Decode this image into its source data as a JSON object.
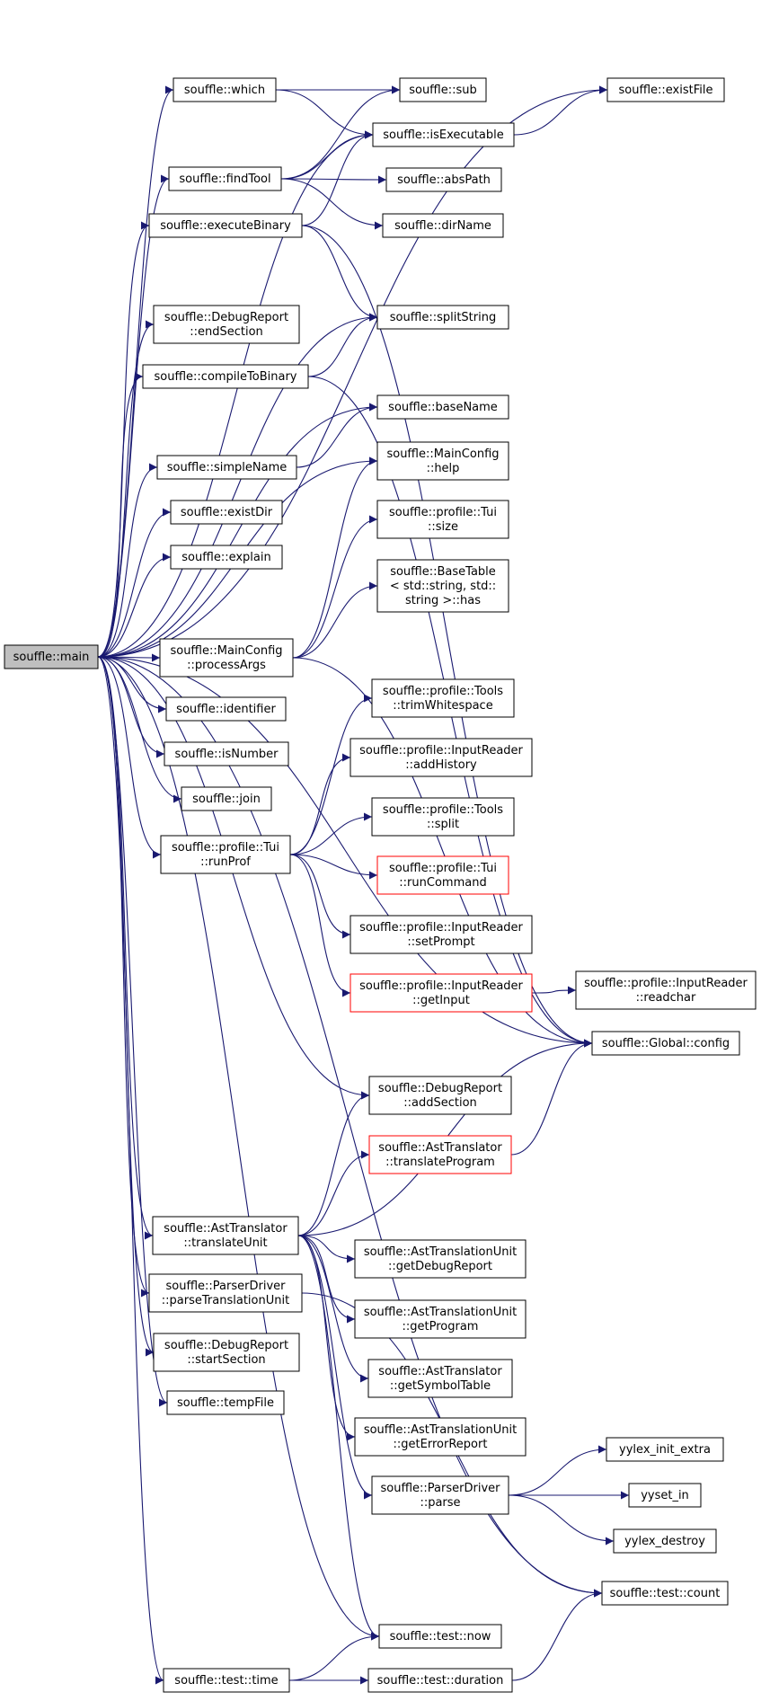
{
  "diagram": {
    "type": "call-graph",
    "edge_color": "#191970",
    "highlight_color": "#ff0000",
    "root_fill": "#bfbfbf",
    "nodes": [
      {
        "id": "main",
        "lines": [
          "souffle::main"
        ],
        "root": true
      },
      {
        "id": "which",
        "lines": [
          "souffle::which"
        ]
      },
      {
        "id": "sub",
        "lines": [
          "souffle::sub"
        ]
      },
      {
        "id": "existFile",
        "lines": [
          "souffle::existFile"
        ]
      },
      {
        "id": "isExecutable",
        "lines": [
          "souffle::isExecutable"
        ]
      },
      {
        "id": "findTool",
        "lines": [
          "souffle::findTool"
        ]
      },
      {
        "id": "absPath",
        "lines": [
          "souffle::absPath"
        ]
      },
      {
        "id": "dirName",
        "lines": [
          "souffle::dirName"
        ]
      },
      {
        "id": "executeBinary",
        "lines": [
          "souffle::executeBinary"
        ]
      },
      {
        "id": "endSection",
        "lines": [
          "souffle::DebugReport",
          "::endSection"
        ]
      },
      {
        "id": "splitString",
        "lines": [
          "souffle::splitString"
        ]
      },
      {
        "id": "compileToBinary",
        "lines": [
          "souffle::compileToBinary"
        ]
      },
      {
        "id": "baseName",
        "lines": [
          "souffle::baseName"
        ]
      },
      {
        "id": "simpleName",
        "lines": [
          "souffle::simpleName"
        ]
      },
      {
        "id": "mainConfigHelp",
        "lines": [
          "souffle::MainConfig",
          "::help"
        ]
      },
      {
        "id": "existDir",
        "lines": [
          "souffle::existDir"
        ]
      },
      {
        "id": "tuiSize",
        "lines": [
          "souffle::profile::Tui",
          "::size"
        ]
      },
      {
        "id": "explain",
        "lines": [
          "souffle::explain"
        ]
      },
      {
        "id": "baseTableHas",
        "lines": [
          "souffle::BaseTable",
          "< std::string, std::",
          "string >::has"
        ]
      },
      {
        "id": "processArgs",
        "lines": [
          "souffle::MainConfig",
          "::processArgs"
        ]
      },
      {
        "id": "trimWhitespace",
        "lines": [
          "souffle::profile::Tools",
          "::trimWhitespace"
        ]
      },
      {
        "id": "identifier",
        "lines": [
          "souffle::identifier"
        ]
      },
      {
        "id": "addHistory",
        "lines": [
          "souffle::profile::InputReader",
          "::addHistory"
        ]
      },
      {
        "id": "isNumber",
        "lines": [
          "souffle::isNumber"
        ]
      },
      {
        "id": "join",
        "lines": [
          "souffle::join"
        ]
      },
      {
        "id": "toolsSplit",
        "lines": [
          "souffle::profile::Tools",
          "::split"
        ]
      },
      {
        "id": "runProf",
        "lines": [
          "souffle::profile::Tui",
          "::runProf"
        ]
      },
      {
        "id": "runCommand",
        "lines": [
          "souffle::profile::Tui",
          "::runCommand"
        ],
        "red": true
      },
      {
        "id": "setPrompt",
        "lines": [
          "souffle::profile::InputReader",
          "::setPrompt"
        ]
      },
      {
        "id": "getInput",
        "lines": [
          "souffle::profile::InputReader",
          "::getInput"
        ],
        "red": true
      },
      {
        "id": "readchar",
        "lines": [
          "souffle::profile::InputReader",
          "::readchar"
        ]
      },
      {
        "id": "globalConfig",
        "lines": [
          "souffle::Global::config"
        ]
      },
      {
        "id": "addSection",
        "lines": [
          "souffle::DebugReport",
          "::addSection"
        ]
      },
      {
        "id": "translateProgram",
        "lines": [
          "souffle::AstTranslator",
          "::translateProgram"
        ],
        "red": true
      },
      {
        "id": "translateUnit",
        "lines": [
          "souffle::AstTranslator",
          "::translateUnit"
        ]
      },
      {
        "id": "getDebugReport",
        "lines": [
          "souffle::AstTranslationUnit",
          "::getDebugReport"
        ]
      },
      {
        "id": "parseTranslationUnit",
        "lines": [
          "souffle::ParserDriver",
          "::parseTranslationUnit"
        ]
      },
      {
        "id": "getProgram",
        "lines": [
          "souffle::AstTranslationUnit",
          "::getProgram"
        ]
      },
      {
        "id": "startSection",
        "lines": [
          "souffle::DebugReport",
          "::startSection"
        ]
      },
      {
        "id": "getSymbolTable",
        "lines": [
          "souffle::AstTranslator",
          "::getSymbolTable"
        ]
      },
      {
        "id": "tempFile",
        "lines": [
          "souffle::tempFile"
        ]
      },
      {
        "id": "getErrorReport",
        "lines": [
          "souffle::AstTranslationUnit",
          "::getErrorReport"
        ]
      },
      {
        "id": "yylexInitExtra",
        "lines": [
          "yylex_init_extra"
        ]
      },
      {
        "id": "parse",
        "lines": [
          "souffle::ParserDriver",
          "::parse"
        ]
      },
      {
        "id": "yysetIn",
        "lines": [
          "yyset_in"
        ]
      },
      {
        "id": "yylexDestroy",
        "lines": [
          "yylex_destroy"
        ]
      },
      {
        "id": "testCount",
        "lines": [
          "souffle::test::count"
        ]
      },
      {
        "id": "testNow",
        "lines": [
          "souffle::test::now"
        ]
      },
      {
        "id": "testTime",
        "lines": [
          "souffle::test::time"
        ]
      },
      {
        "id": "testDuration",
        "lines": [
          "souffle::test::duration"
        ]
      }
    ],
    "edges": [
      {
        "from": "main",
        "to": "which"
      },
      {
        "from": "main",
        "to": "existFile"
      },
      {
        "from": "main",
        "to": "isExecutable"
      },
      {
        "from": "main",
        "to": "findTool"
      },
      {
        "from": "main",
        "to": "executeBinary"
      },
      {
        "from": "main",
        "to": "endSection"
      },
      {
        "from": "main",
        "to": "splitString"
      },
      {
        "from": "main",
        "to": "compileToBinary"
      },
      {
        "from": "main",
        "to": "baseName"
      },
      {
        "from": "main",
        "to": "simpleName"
      },
      {
        "from": "main",
        "to": "mainConfigHelp"
      },
      {
        "from": "main",
        "to": "existDir"
      },
      {
        "from": "main",
        "to": "explain"
      },
      {
        "from": "main",
        "to": "processArgs"
      },
      {
        "from": "main",
        "to": "identifier"
      },
      {
        "from": "main",
        "to": "isNumber"
      },
      {
        "from": "main",
        "to": "join"
      },
      {
        "from": "main",
        "to": "runProf"
      },
      {
        "from": "main",
        "to": "globalConfig"
      },
      {
        "from": "main",
        "to": "addSection"
      },
      {
        "from": "main",
        "to": "translateUnit"
      },
      {
        "from": "main",
        "to": "parseTranslationUnit"
      },
      {
        "from": "main",
        "to": "startSection"
      },
      {
        "from": "main",
        "to": "tempFile"
      },
      {
        "from": "main",
        "to": "testCount"
      },
      {
        "from": "main",
        "to": "testNow"
      },
      {
        "from": "main",
        "to": "testTime"
      },
      {
        "from": "which",
        "to": "sub"
      },
      {
        "from": "which",
        "to": "isExecutable"
      },
      {
        "from": "isExecutable",
        "to": "existFile"
      },
      {
        "from": "findTool",
        "to": "sub"
      },
      {
        "from": "findTool",
        "to": "isExecutable"
      },
      {
        "from": "findTool",
        "to": "absPath"
      },
      {
        "from": "findTool",
        "to": "dirName"
      },
      {
        "from": "executeBinary",
        "to": "isExecutable"
      },
      {
        "from": "executeBinary",
        "to": "splitString"
      },
      {
        "from": "executeBinary",
        "to": "globalConfig"
      },
      {
        "from": "compileToBinary",
        "to": "splitString"
      },
      {
        "from": "compileToBinary",
        "to": "globalConfig"
      },
      {
        "from": "simpleName",
        "to": "baseName"
      },
      {
        "from": "processArgs",
        "to": "mainConfigHelp"
      },
      {
        "from": "processArgs",
        "to": "tuiSize"
      },
      {
        "from": "processArgs",
        "to": "baseTableHas"
      },
      {
        "from": "processArgs",
        "to": "globalConfig"
      },
      {
        "from": "runProf",
        "to": "trimWhitespace"
      },
      {
        "from": "runProf",
        "to": "addHistory"
      },
      {
        "from": "runProf",
        "to": "toolsSplit"
      },
      {
        "from": "runProf",
        "to": "runCommand"
      },
      {
        "from": "runProf",
        "to": "setPrompt"
      },
      {
        "from": "runProf",
        "to": "getInput"
      },
      {
        "from": "getInput",
        "to": "readchar"
      },
      {
        "from": "translateProgram",
        "to": "globalConfig"
      },
      {
        "from": "translateUnit",
        "to": "addSection"
      },
      {
        "from": "translateUnit",
        "to": "translateProgram"
      },
      {
        "from": "translateUnit",
        "to": "globalConfig"
      },
      {
        "from": "translateUnit",
        "to": "getDebugReport"
      },
      {
        "from": "translateUnit",
        "to": "getProgram"
      },
      {
        "from": "translateUnit",
        "to": "getSymbolTable"
      },
      {
        "from": "translateUnit",
        "to": "getErrorReport"
      },
      {
        "from": "translateUnit",
        "to": "parse"
      },
      {
        "from": "translateUnit",
        "to": "testNow"
      },
      {
        "from": "parseTranslationUnit",
        "to": "testCount"
      },
      {
        "from": "parse",
        "to": "yylexInitExtra"
      },
      {
        "from": "parse",
        "to": "yysetIn"
      },
      {
        "from": "parse",
        "to": "yylexDestroy"
      },
      {
        "from": "testTime",
        "to": "testNow"
      },
      {
        "from": "testTime",
        "to": "testDuration"
      },
      {
        "from": "testDuration",
        "to": "testCount"
      }
    ]
  }
}
